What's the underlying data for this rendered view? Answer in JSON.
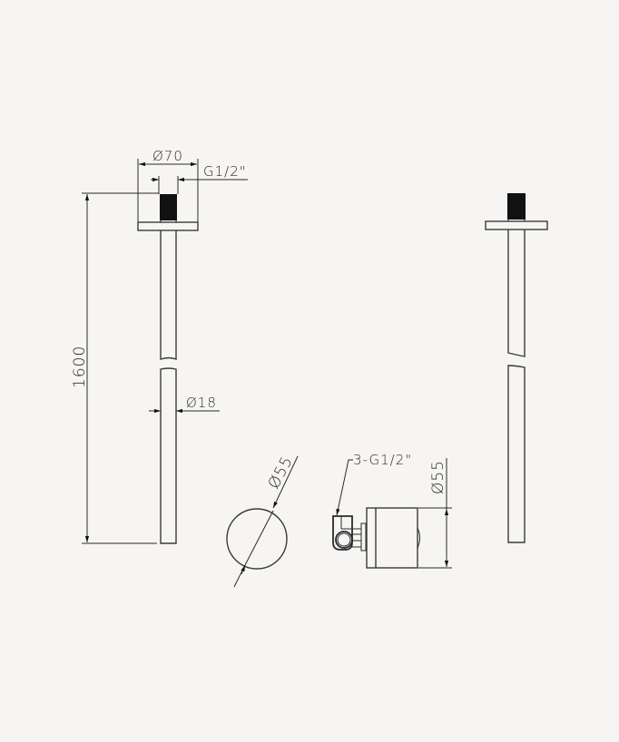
{
  "drawing": {
    "title": "Ceiling shower arm technical drawing",
    "colors": {
      "background": "#f6f5f3",
      "line": "#2a2a2a",
      "thread_fill": "#111111"
    },
    "units": "mm",
    "front_view": {
      "dim_flange_diameter": "Ø70",
      "dim_thread": "G1/2\"",
      "dim_length": "1600",
      "dim_pipe_diameter": "Ø18"
    },
    "circle_view": {
      "dim_diameter": "Ø55"
    },
    "side_view": {
      "dim_thread": "3-G1/2\"",
      "dim_diameter": "Ø55"
    },
    "right_view": {
      "label": ""
    }
  }
}
